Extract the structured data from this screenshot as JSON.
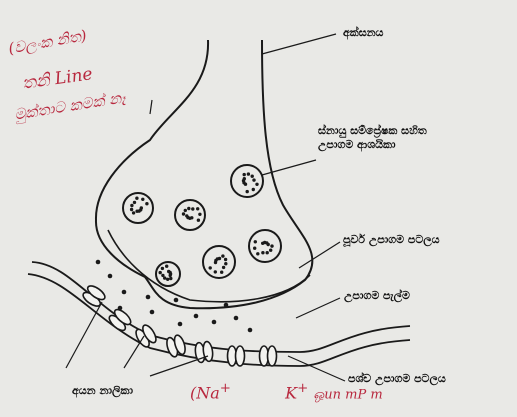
{
  "labels": {
    "axon": "අක්සනය",
    "vesicles_line1": "ස්නායු සම්ප්‍රේෂක සහිත",
    "vesicles_line2": "උපාගම ආශයිකා",
    "presynaptic_membrane": "පූර්ව උපාගම පටලය",
    "synaptic_cleft": "උපාගම පැල්ම",
    "postsynaptic_membrane": "පශ්ච උපාගම පටලය",
    "ion_channels": "අයන නාලිකා"
  },
  "notes": {
    "top_left": "(වලංක නිත)",
    "line_a": "තනි Line",
    "line_b": "මුක්තාට කමක් නෑ",
    "ions_na": "(Na",
    "ions_na_sup": "+",
    "ions_k": "K",
    "ions_k_sup": "+",
    "ions_tail": "ஒun mP m"
  },
  "colors": {
    "ink": "#1a1a1a",
    "pen": "#b8283e",
    "paper": "#e9e9e6"
  }
}
